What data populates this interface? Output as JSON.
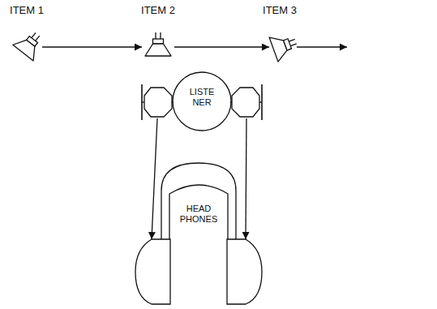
{
  "diagram": {
    "nodes": [
      {
        "text": [
          "ITEM 1"
        ]
      },
      {
        "text": [
          "ITEM 2"
        ]
      },
      {
        "text": [
          "ITEM 3"
        ]
      },
      {
        "text": [
          "LISTE NER"
        ]
      },
      {
        "text": [
          "HEAD PHONES"
        ]
      }
    ],
    "edges": [
      {
        "from": 0,
        "to": 1,
        "arrow": "to"
      },
      {
        "from": 1,
        "to": 2,
        "arrow": "to"
      },
      {
        "from": 3,
        "to": 4,
        "arrow": "to"
      },
      {
        "from": 3,
        "to": 4,
        "arrow": "to"
      }
    ]
  }
}
